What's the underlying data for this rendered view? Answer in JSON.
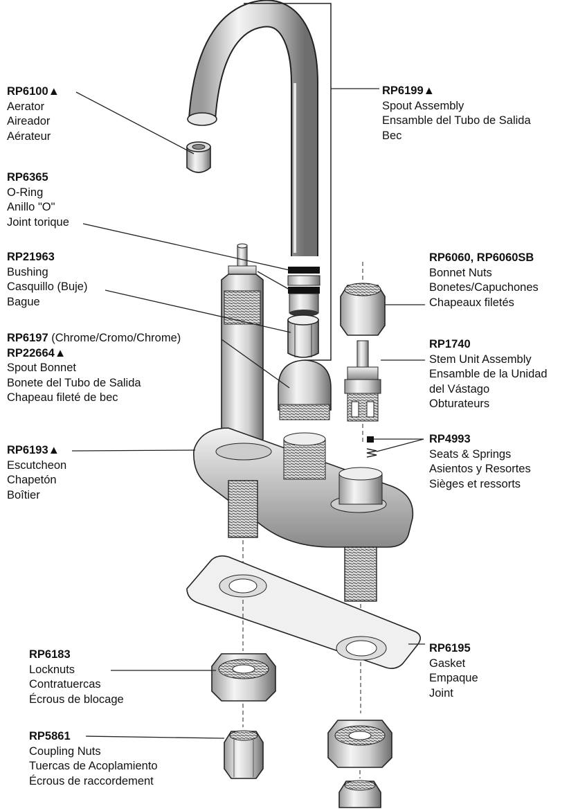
{
  "parts": [
    {
      "id": "aerator",
      "code": "RP6100",
      "triangle": "▲",
      "names": [
        "Aerator",
        "Aireador",
        "Aérateur"
      ]
    },
    {
      "id": "o-ring",
      "code": "RP6365",
      "names": [
        "O-Ring",
        "Anillo \"O\"",
        "Joint torique"
      ]
    },
    {
      "id": "bushing",
      "code": "RP21963",
      "names": [
        "Bushing",
        "Casquillo (Buje)",
        "Bague"
      ]
    },
    {
      "id": "spout-bonnet",
      "code": "RP6197",
      "code_note": " (Chrome/Cromo/Chrome)",
      "code2": "RP22664",
      "triangle": "▲",
      "names": [
        "Spout Bonnet",
        "Bonete del Tubo de Salida",
        "Chapeau fileté de bec"
      ]
    },
    {
      "id": "escutcheon",
      "code": "RP6193",
      "triangle": "▲",
      "names": [
        "Escutcheon",
        "Chapetón",
        "Boîtier"
      ]
    },
    {
      "id": "locknuts",
      "code": "RP6183",
      "names": [
        "Locknuts",
        "Contratuercas",
        "Écrous de blocage"
      ]
    },
    {
      "id": "coupling-nuts",
      "code": "RP5861",
      "names": [
        "Coupling Nuts",
        "Tuercas de Acoplamiento",
        "Écrous de raccordement"
      ]
    },
    {
      "id": "spout-assembly",
      "code": "RP6199",
      "triangle": "▲",
      "names": [
        "Spout Assembly",
        "Ensamble del Tubo de Salida",
        "Bec"
      ]
    },
    {
      "id": "bonnet-nuts",
      "code": "RP6060, RP6060SB",
      "names": [
        "Bonnet Nuts",
        "Bonetes/Capuchones",
        "Chapeaux filetés"
      ]
    },
    {
      "id": "stem-unit",
      "code": "RP1740",
      "names": [
        "Stem Unit Assembly",
        "Ensamble de la Unidad",
        "del Vástago",
        "Obturateurs"
      ]
    },
    {
      "id": "seats-springs",
      "code": "RP4993",
      "names": [
        "Seats & Springs",
        "Asientos y Resortes",
        "Sièges et ressorts"
      ]
    },
    {
      "id": "gasket",
      "code": "RP6195",
      "names": [
        "Gasket",
        "Empaque",
        "Joint"
      ]
    }
  ]
}
